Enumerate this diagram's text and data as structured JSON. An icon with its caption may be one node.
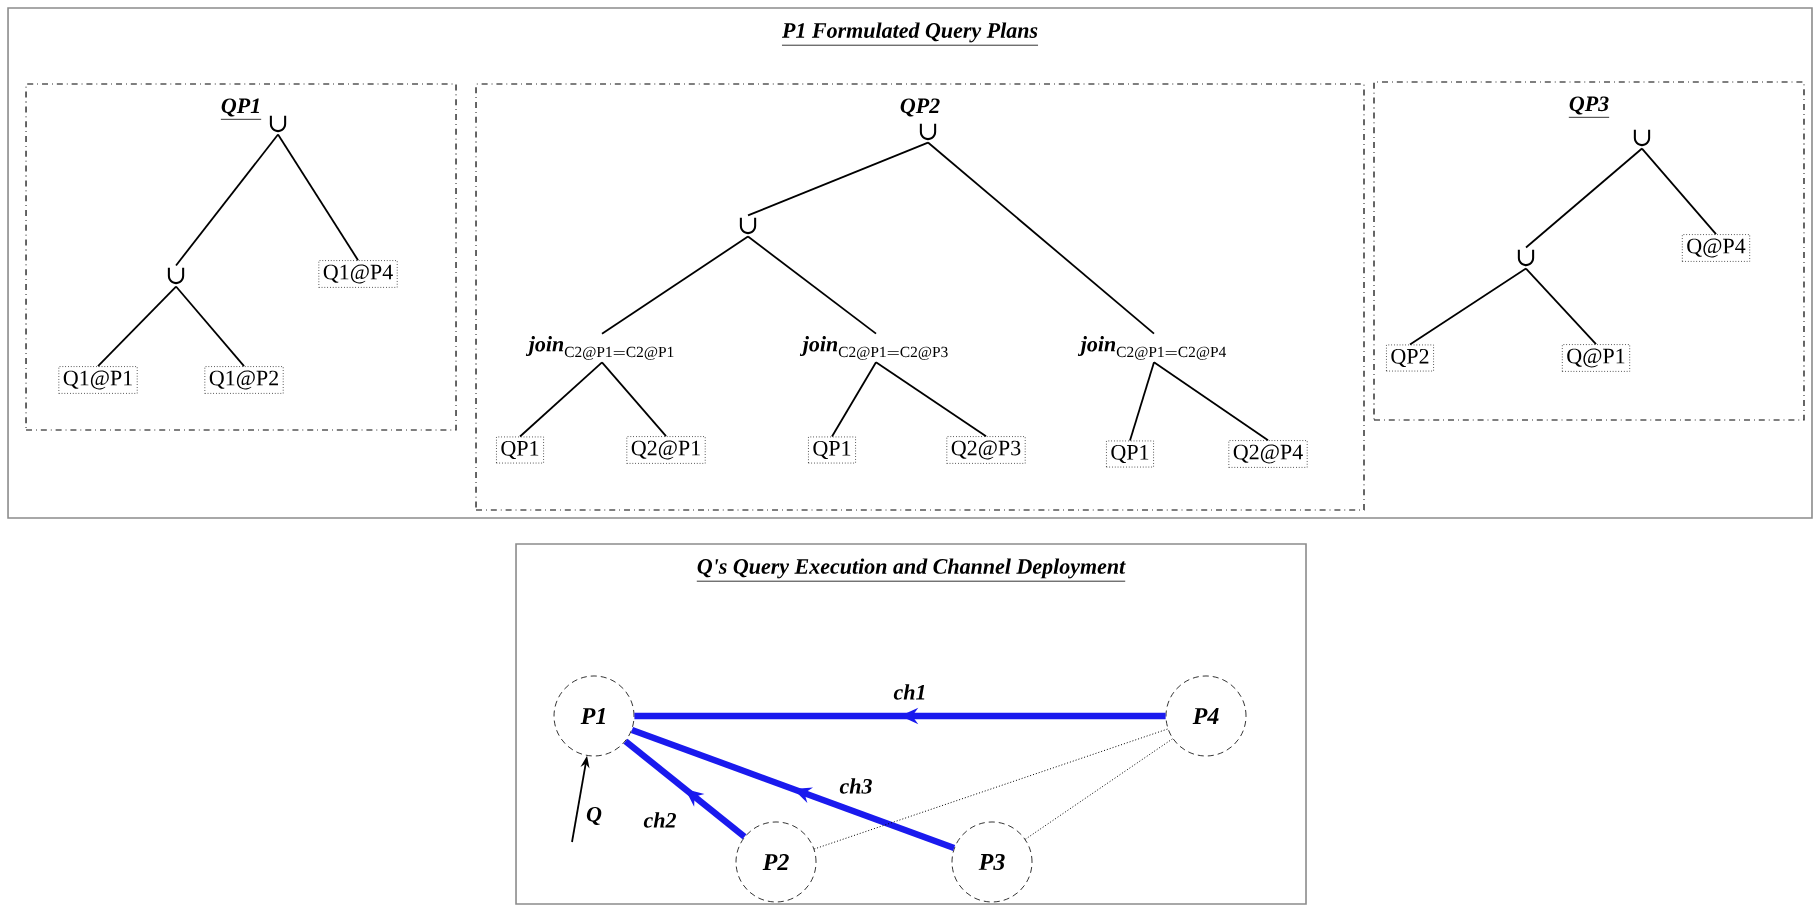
{
  "diagram": {
    "nodes": [
      {
        "text": [
          "P1 Formulated Query Plans"
        ]
      },
      {
        "text": [
          "QP1"
        ],
        "in": 0
      },
      {
        "text": [
          "∪"
        ],
        "in": 1
      },
      {
        "text": [
          "∪"
        ],
        "in": 1
      },
      {
        "text": [
          "Q1@P4"
        ],
        "in": 1
      },
      {
        "text": [
          "Q1@P1"
        ],
        "in": 1
      },
      {
        "text": [
          "Q1@P2"
        ],
        "in": 1
      },
      {
        "text": [
          "QP2"
        ],
        "in": 0
      },
      {
        "text": [
          "∪"
        ],
        "in": 7
      },
      {
        "text": [
          "∪"
        ],
        "in": 7
      },
      {
        "text": [
          "\\textbf{\\textit{join}}_{\\mathrm{C2@P1 = C2@P1}}"
        ],
        "in": 7
      },
      {
        "text": [
          "\\textbf{\\textit{join}}_{\\mathrm{C2@P1 = C2@P3}}"
        ],
        "in": 7
      },
      {
        "text": [
          "\\textbf{\\textit{join}}_{\\mathrm{C2@P1 = C2@P4}}"
        ],
        "in": 7
      },
      {
        "text": [
          "QP1"
        ],
        "in": 7
      },
      {
        "text": [
          "Q2@P1"
        ],
        "in": 7
      },
      {
        "text": [
          "QP1"
        ],
        "in": 7
      },
      {
        "text": [
          "Q2@P3"
        ],
        "in": 7
      },
      {
        "text": [
          "QP1"
        ],
        "in": 7
      },
      {
        "text": [
          "Q2@P4"
        ],
        "in": 7
      },
      {
        "text": [
          "QP3"
        ],
        "in": 0
      },
      {
        "text": [
          "∪"
        ],
        "in": 19
      },
      {
        "text": [
          "∪"
        ],
        "in": 19
      },
      {
        "text": [
          "Q@P4"
        ],
        "in": 19
      },
      {
        "text": [
          "QP2"
        ],
        "in": 19
      },
      {
        "text": [
          "Q@P1"
        ],
        "in": 19
      },
      {
        "text": [
          "Q's Query Execution and Channel Deployment"
        ]
      },
      {
        "text": [
          "P1"
        ],
        "in": 25
      },
      {
        "text": [
          "P4"
        ],
        "in": 25
      },
      {
        "text": [
          "P2"
        ],
        "in": 25
      },
      {
        "text": [
          "P3"
        ],
        "in": 25
      }
    ],
    "edges": [
      {
        "from": 2,
        "to": 3,
        "arrow": "none"
      },
      {
        "from": 2,
        "to": 4,
        "arrow": "none"
      },
      {
        "from": 3,
        "to": 5,
        "arrow": "none"
      },
      {
        "from": 3,
        "to": 6,
        "arrow": "none"
      },
      {
        "from": 8,
        "to": 9,
        "arrow": "none"
      },
      {
        "from": 8,
        "to": 12,
        "arrow": "none"
      },
      {
        "from": 9,
        "to": 10,
        "arrow": "none"
      },
      {
        "from": 9,
        "to": 11,
        "arrow": "none"
      },
      {
        "from": 10,
        "to": 13,
        "arrow": "none"
      },
      {
        "from": 10,
        "to": 14,
        "arrow": "none"
      },
      {
        "from": 11,
        "to": 15,
        "arrow": "none"
      },
      {
        "from": 11,
        "to": 16,
        "arrow": "none"
      },
      {
        "from": 12,
        "to": 17,
        "arrow": "none"
      },
      {
        "from": 12,
        "to": 18,
        "arrow": "none"
      },
      {
        "from": 20,
        "to": 21,
        "arrow": "none"
      },
      {
        "from": 20,
        "to": 22,
        "arrow": "none"
      },
      {
        "from": 21,
        "to": 23,
        "arrow": "none"
      },
      {
        "from": 21,
        "to": 24,
        "arrow": "none"
      },
      {
        "from": 27,
        "to": 26,
        "arrow": "to",
        "label": "ch1",
        "style": "thick",
        "color": "#1a1aee"
      },
      {
        "from": 29,
        "to": 26,
        "arrow": "to",
        "label": "ch3",
        "style": "thick",
        "color": "#1a1aee"
      },
      {
        "from": 28,
        "to": 26,
        "arrow": "to",
        "label": "ch2",
        "style": "thick",
        "color": "#1a1aee"
      },
      {
        "from": 28,
        "to": 27,
        "arrow": "none",
        "style": "dashed"
      },
      {
        "from": 29,
        "to": 27,
        "arrow": "none",
        "style": "dashed"
      },
      {
        "from": null,
        "to": 26,
        "arrow": "to",
        "label": "Q"
      }
    ]
  }
}
